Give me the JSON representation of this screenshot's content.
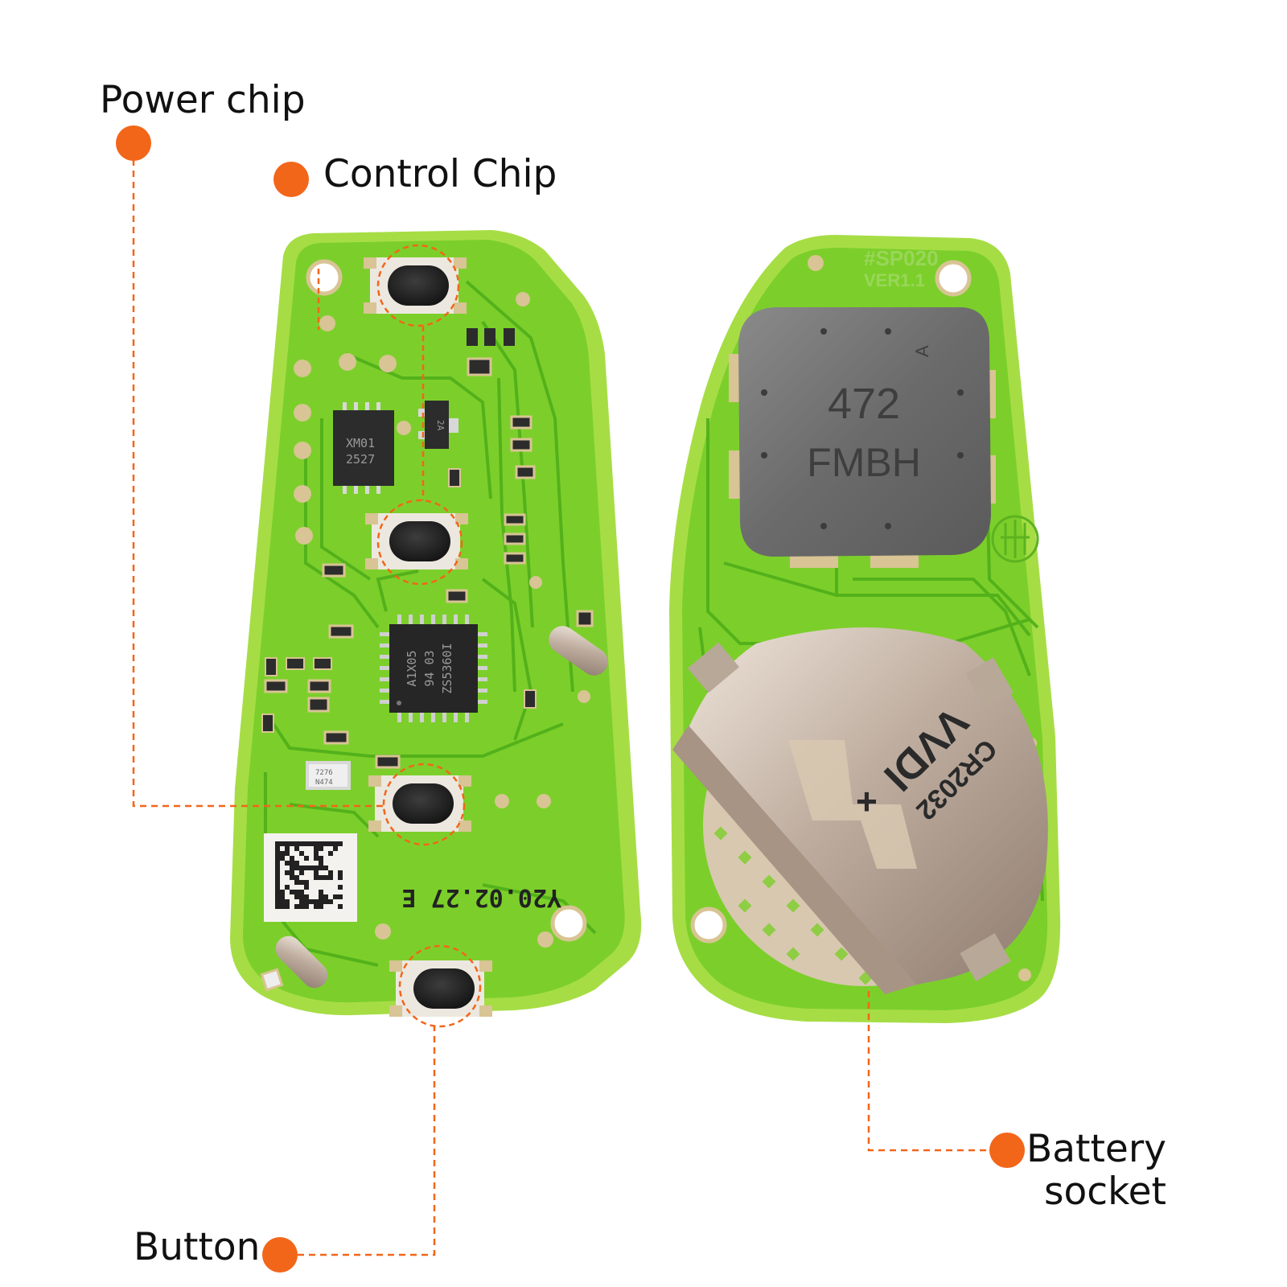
{
  "labels": {
    "power_chip": "Power chip",
    "control_chip": "Control Chip",
    "button": "Button",
    "battery_socket_line1": "Battery",
    "battery_socket_line2": "socket"
  },
  "board_markings": {
    "power_ic_line1": "XM01",
    "power_ic_line2": "2527",
    "control_ic_line1": "A1X05",
    "control_ic_line2": "94 03",
    "control_ic_line3": "ZS5360I",
    "regulator": "2A",
    "crystal_line1": "7276",
    "crystal_line2": "N474",
    "date_code": "Y20.02.27 E",
    "board_id": "#SP020",
    "board_version": "VER1.1",
    "inductor_line1": "472",
    "inductor_line2": "FMBH",
    "inductor_side": "A",
    "battery_brand": "VVDI",
    "battery_type": "CR2032",
    "battery_polarity": "+"
  },
  "colors": {
    "accent": "#f2661a",
    "pcb": "#7ccf2a",
    "pcb_edge": "#a6dd45",
    "trace": "#4fae1a",
    "pad": "#d8c494",
    "chip": "#2c2c2c",
    "metal": "#c8b8a8",
    "inductor": "#6e6e6e"
  }
}
